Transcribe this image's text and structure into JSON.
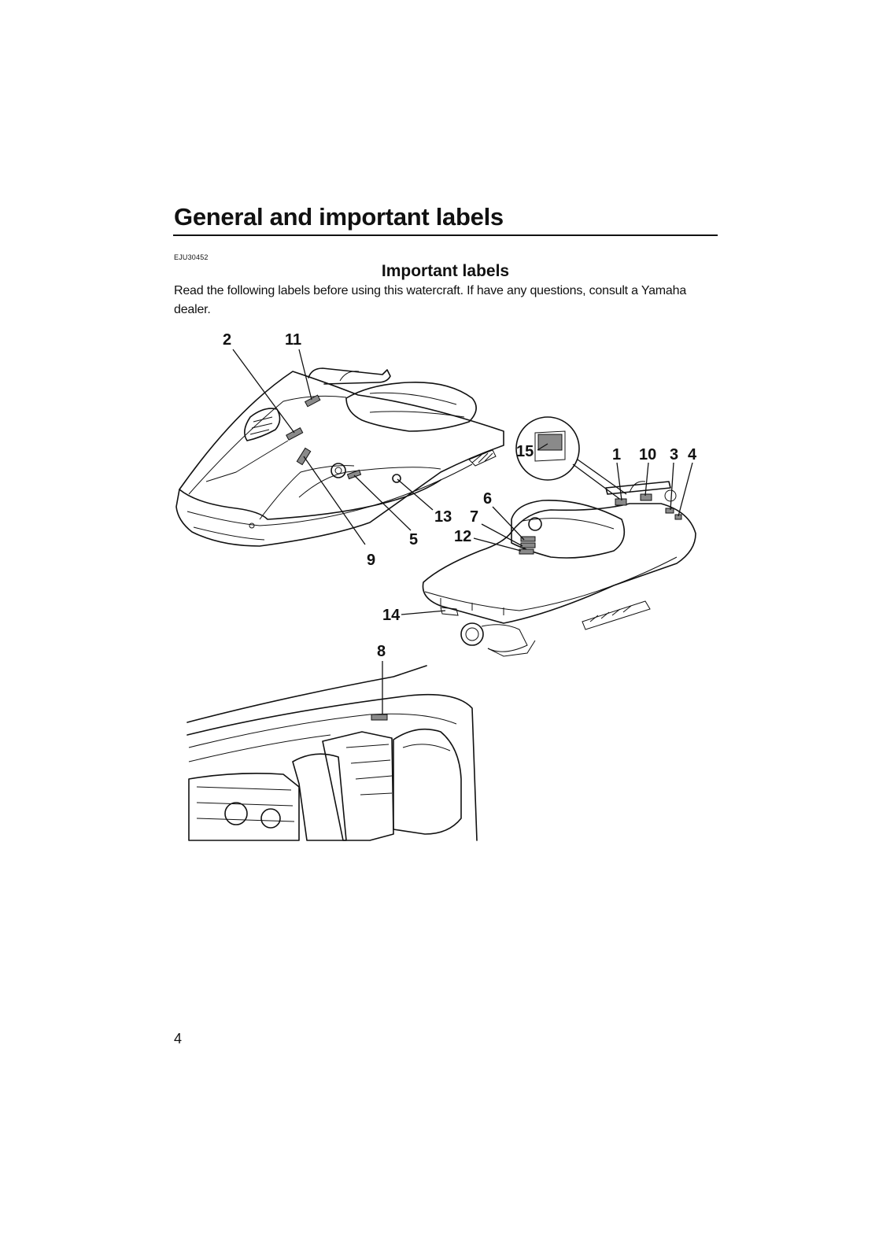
{
  "header": {
    "chapter_title": "General and important labels",
    "doc_code": "EJU30452"
  },
  "section": {
    "title": "Important labels",
    "intro": "Read the following labels before using this watercraft. If have any questions, consult a Yamaha dealer."
  },
  "figure": {
    "callouts": {
      "c1": "1",
      "c2": "2",
      "c3": "3",
      "c4": "4",
      "c5": "5",
      "c6": "6",
      "c7": "7",
      "c8": "8",
      "c9": "9",
      "c10": "10",
      "c11": "11",
      "c12": "12",
      "c13": "13",
      "c14": "14",
      "c15": "15"
    }
  },
  "footer": {
    "page_number": "4"
  }
}
